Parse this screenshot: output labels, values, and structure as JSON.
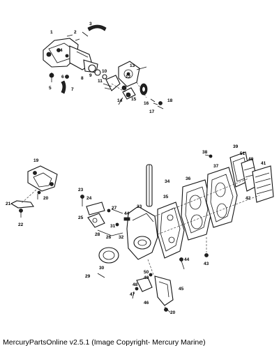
{
  "footer": "MercuryPartsOnline v2.5.1 (Image Copyright- Mercury Marine)",
  "callouts": [
    "1",
    "2",
    "3",
    "4",
    "5",
    "6",
    "7",
    "8",
    "9",
    "10",
    "11",
    "12",
    "13",
    "14",
    "15",
    "16",
    "17",
    "18",
    "19",
    "20",
    "21",
    "22",
    "23",
    "24",
    "25",
    "26",
    "27",
    "28",
    "29",
    "30",
    "31",
    "32",
    "33",
    "34",
    "35",
    "36",
    "37",
    "38",
    "39",
    "40",
    "41",
    "42",
    "43",
    "44",
    "45",
    "46",
    "47",
    "48",
    "49",
    "50",
    "51"
  ]
}
